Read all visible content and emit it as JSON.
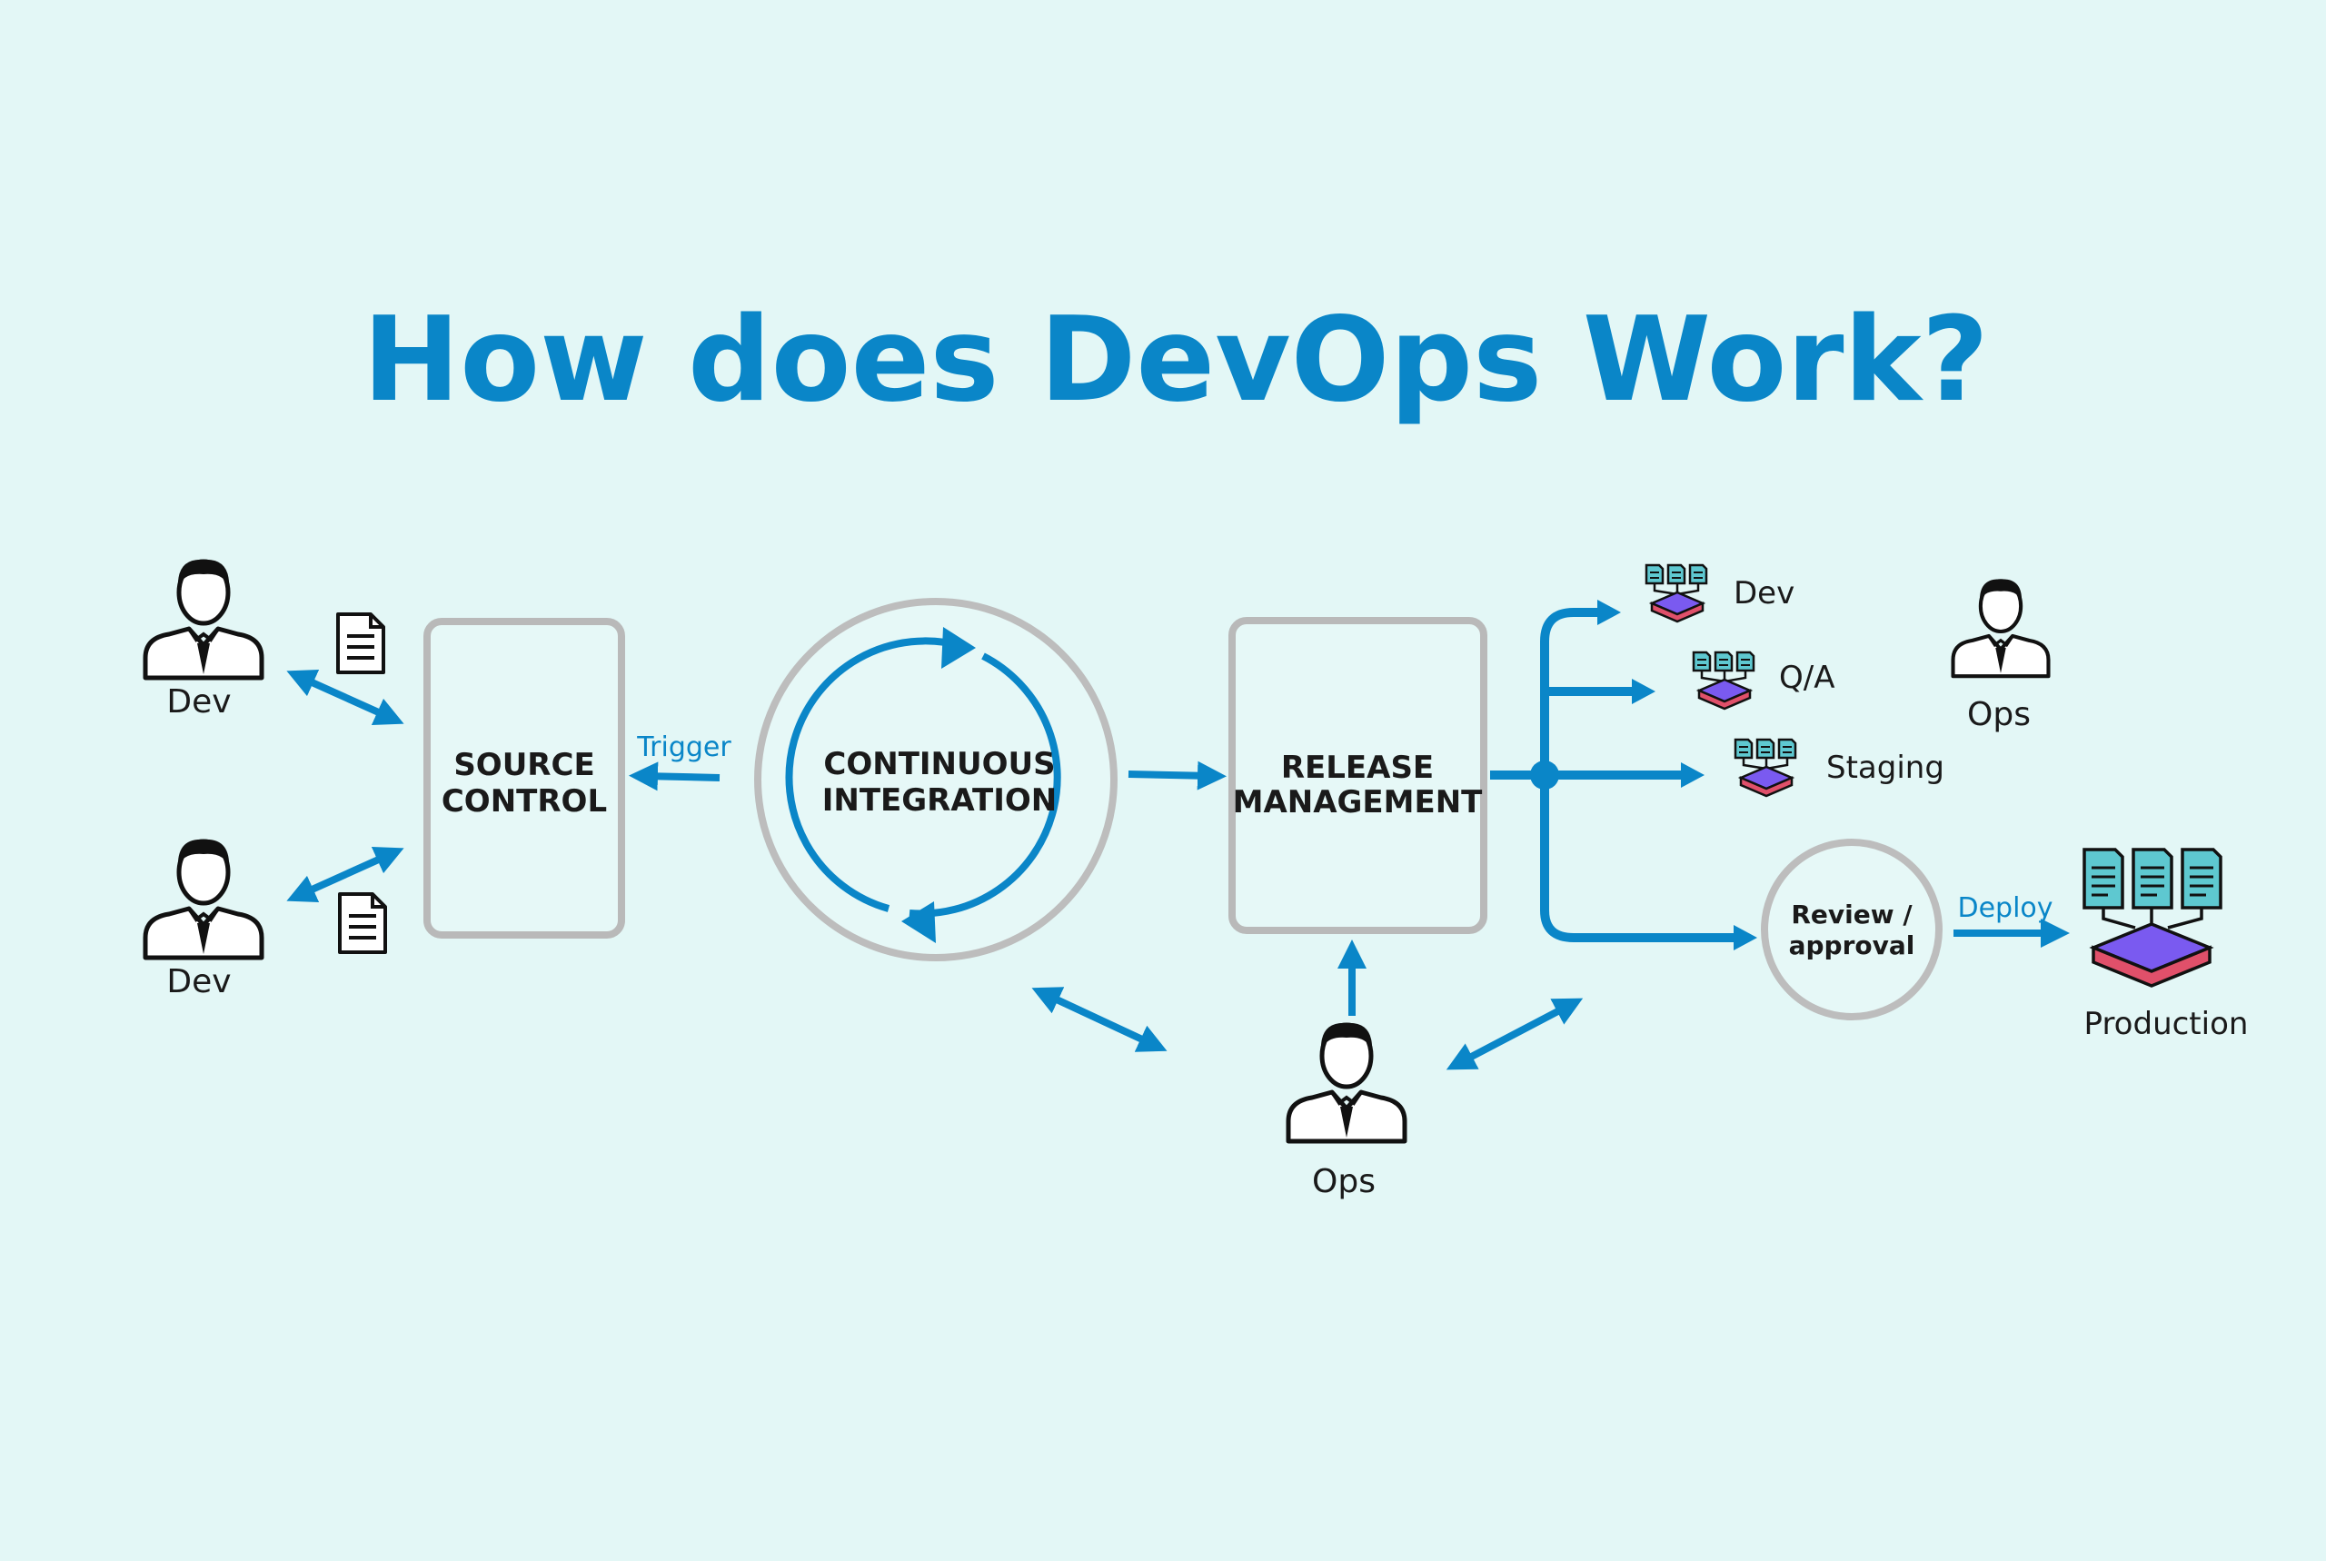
{
  "title": "How does DevOps Work?",
  "people": {
    "dev_top": "Dev",
    "dev_bottom": "Dev",
    "ops_center": "Ops",
    "ops_right": "Ops"
  },
  "boxes": {
    "source_control": [
      "SOURCE",
      "CONTROL"
    ],
    "continuous_integration": [
      "CONTINUOUS",
      "INTEGRATION"
    ],
    "release_management": [
      "RELEASE",
      "MANAGEMENT"
    ],
    "review_approval": [
      "Review /",
      "approval"
    ]
  },
  "edges": {
    "trigger": "Trigger",
    "deploy": "Deploy"
  },
  "environments": {
    "dev": "Dev",
    "qa": "Q/A",
    "staging": "Staging",
    "production": "Production"
  },
  "colors": {
    "background": "#e3f7f6",
    "accent": "#0a86c8",
    "box_border": "#b9b9b9",
    "server_teal": "#5ec8d0",
    "server_red": "#e0506a",
    "server_purple": "#7a5af0"
  },
  "icons": [
    "person-icon",
    "document-icon",
    "server-stack-icon",
    "production-server-icon",
    "cycle-arrows-icon"
  ]
}
